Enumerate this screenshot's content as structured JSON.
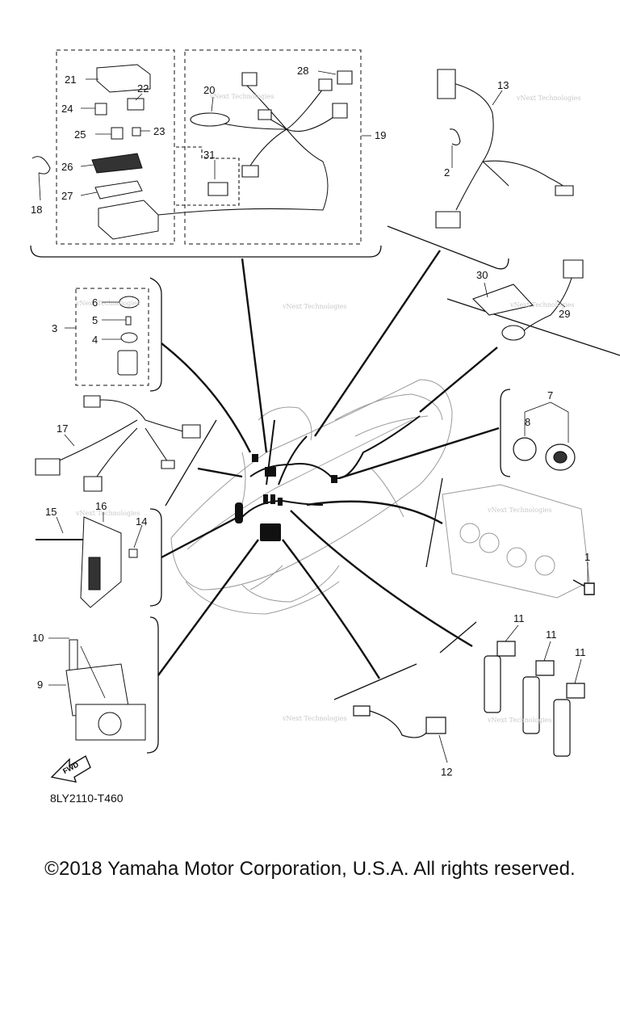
{
  "diagram": {
    "callouts": {
      "c1": "1",
      "c2": "2",
      "c3": "3",
      "c4": "4",
      "c5": "5",
      "c6": "6",
      "c7": "7",
      "c8": "8",
      "c9": "9",
      "c10": "10",
      "c11a": "11",
      "c11b": "11",
      "c11c": "11",
      "c12": "12",
      "c13": "13",
      "c14": "14",
      "c15": "15",
      "c16": "16",
      "c17": "17",
      "c18": "18",
      "c19": "19",
      "c20": "20",
      "c21": "21",
      "c22": "22",
      "c23": "23",
      "c24": "24",
      "c25": "25",
      "c26": "26",
      "c27": "27",
      "c28": "28",
      "c29": "29",
      "c30": "30",
      "c31": "31"
    },
    "fwd_label": "FWD",
    "watermark": "vNext Technologies",
    "drawing_code": "8LY2110-T460"
  },
  "footer": {
    "copyright": "©2018 Yamaha Motor Corporation, U.S.A. All rights reserved."
  }
}
